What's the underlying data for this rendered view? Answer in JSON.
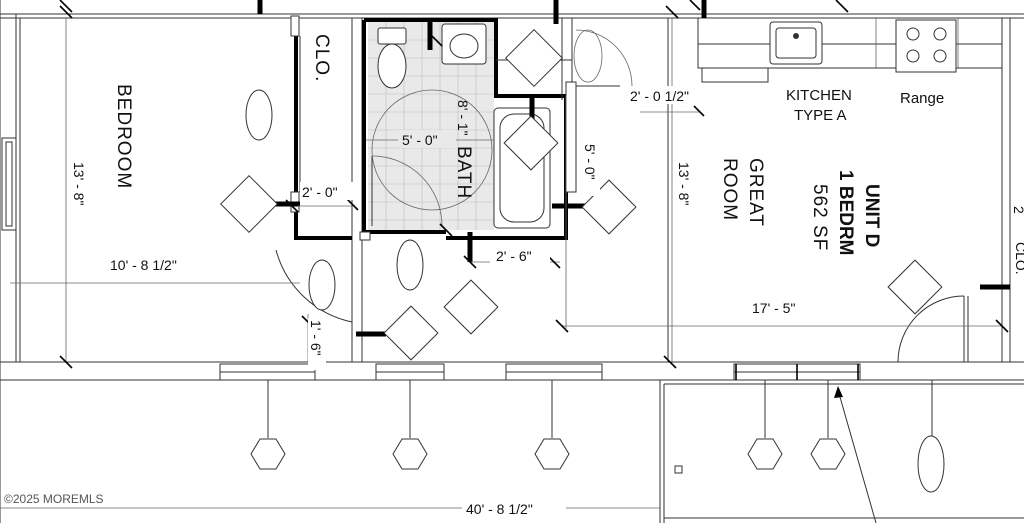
{
  "rooms": {
    "bedroom": "BEDROOM",
    "closet": "CLO.",
    "bath": "BATH",
    "kitchen_line1": "KITCHEN",
    "kitchen_line2": "TYPE A",
    "range": "Range",
    "great_room_line1": "GREAT",
    "great_room_line2": "ROOM",
    "closet_right": "CLO."
  },
  "unit": {
    "name": "UNIT D",
    "type": "1 BEDRM",
    "area": "562 SF"
  },
  "dimensions": {
    "bedroom_height": "13' - 8\"",
    "bedroom_width": "10' - 8 1/2\"",
    "closet_depth": "2' - 0\"",
    "bath_height": "8' - 1\"",
    "bath_width": "5' - 0\"",
    "bath_bottom": "2' - 6\"",
    "hall_vertical": "5' - 0\"",
    "kitchen_top": "2' - 0 1/2\"",
    "great_room_height": "13' - 8\"",
    "great_room_width": "17' - 5\"",
    "door_side": "1' - 6\"",
    "right_partial": "2",
    "overall_width": "40' - 8 1/2\""
  },
  "watermark": "©2025 MOREMLS"
}
